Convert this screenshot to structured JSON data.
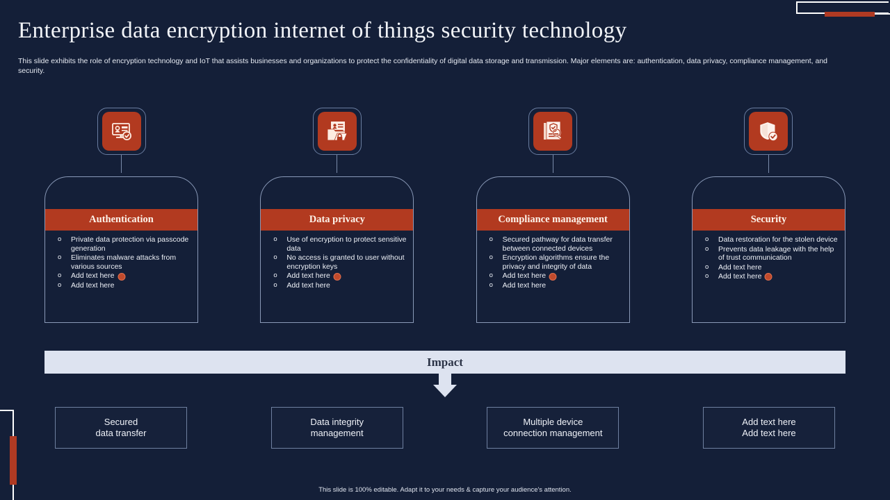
{
  "slide": {
    "title": "Enterprise data encryption internet of things security technology",
    "subtitle": "This slide exhibits the role of encryption technology and IoT that assists businesses and organizations to protect the confidentiality of digital data storage and transmission. Major elements are: authentication, data privacy, compliance management, and security.",
    "footer": "This slide is 100% editable.  Adapt it to your needs & capture your audience's attention."
  },
  "theme": {
    "background": "#141f38",
    "accent": "#b23a20",
    "border": "#8a9ab8",
    "impact_bar": "#dde3f0",
    "text": "#eef1f7"
  },
  "columns": [
    {
      "icon": "id-card-monitor-check-icon",
      "header": "Authentication",
      "bullets": [
        "Private data protection via passcode generation",
        "Eliminates malware attacks from various sources",
        "Add text here",
        "Add text here"
      ]
    },
    {
      "icon": "folder-lock-document-icon",
      "header": "Data privacy",
      "bullets": [
        "Use of encryption to protect sensitive data",
        "No access is granted to user without encryption keys",
        "Add text here",
        "Add text here"
      ]
    },
    {
      "icon": "document-shield-magnifier-icon",
      "header": "Compliance  management",
      "bullets": [
        "Secured pathway for data transfer between connected devices",
        "Encryption algorithms ensure the privacy and integrity of data",
        "Add text here",
        "Add text here"
      ]
    },
    {
      "icon": "shield-check-icon",
      "header": "Security",
      "bullets": [
        "Data restoration for the stolen device",
        "Prevents data leakage with the help of trust communication",
        "Add text here",
        "Add text here"
      ]
    }
  ],
  "impact": {
    "label": "Impact",
    "boxes": [
      {
        "line1": "Secured",
        "line2": "data transfer"
      },
      {
        "line1": "Data integrity",
        "line2": "management"
      },
      {
        "line1": "Multiple device",
        "line2": "connection management"
      },
      {
        "line1": "Add text here",
        "line2": "Add text here"
      }
    ]
  }
}
